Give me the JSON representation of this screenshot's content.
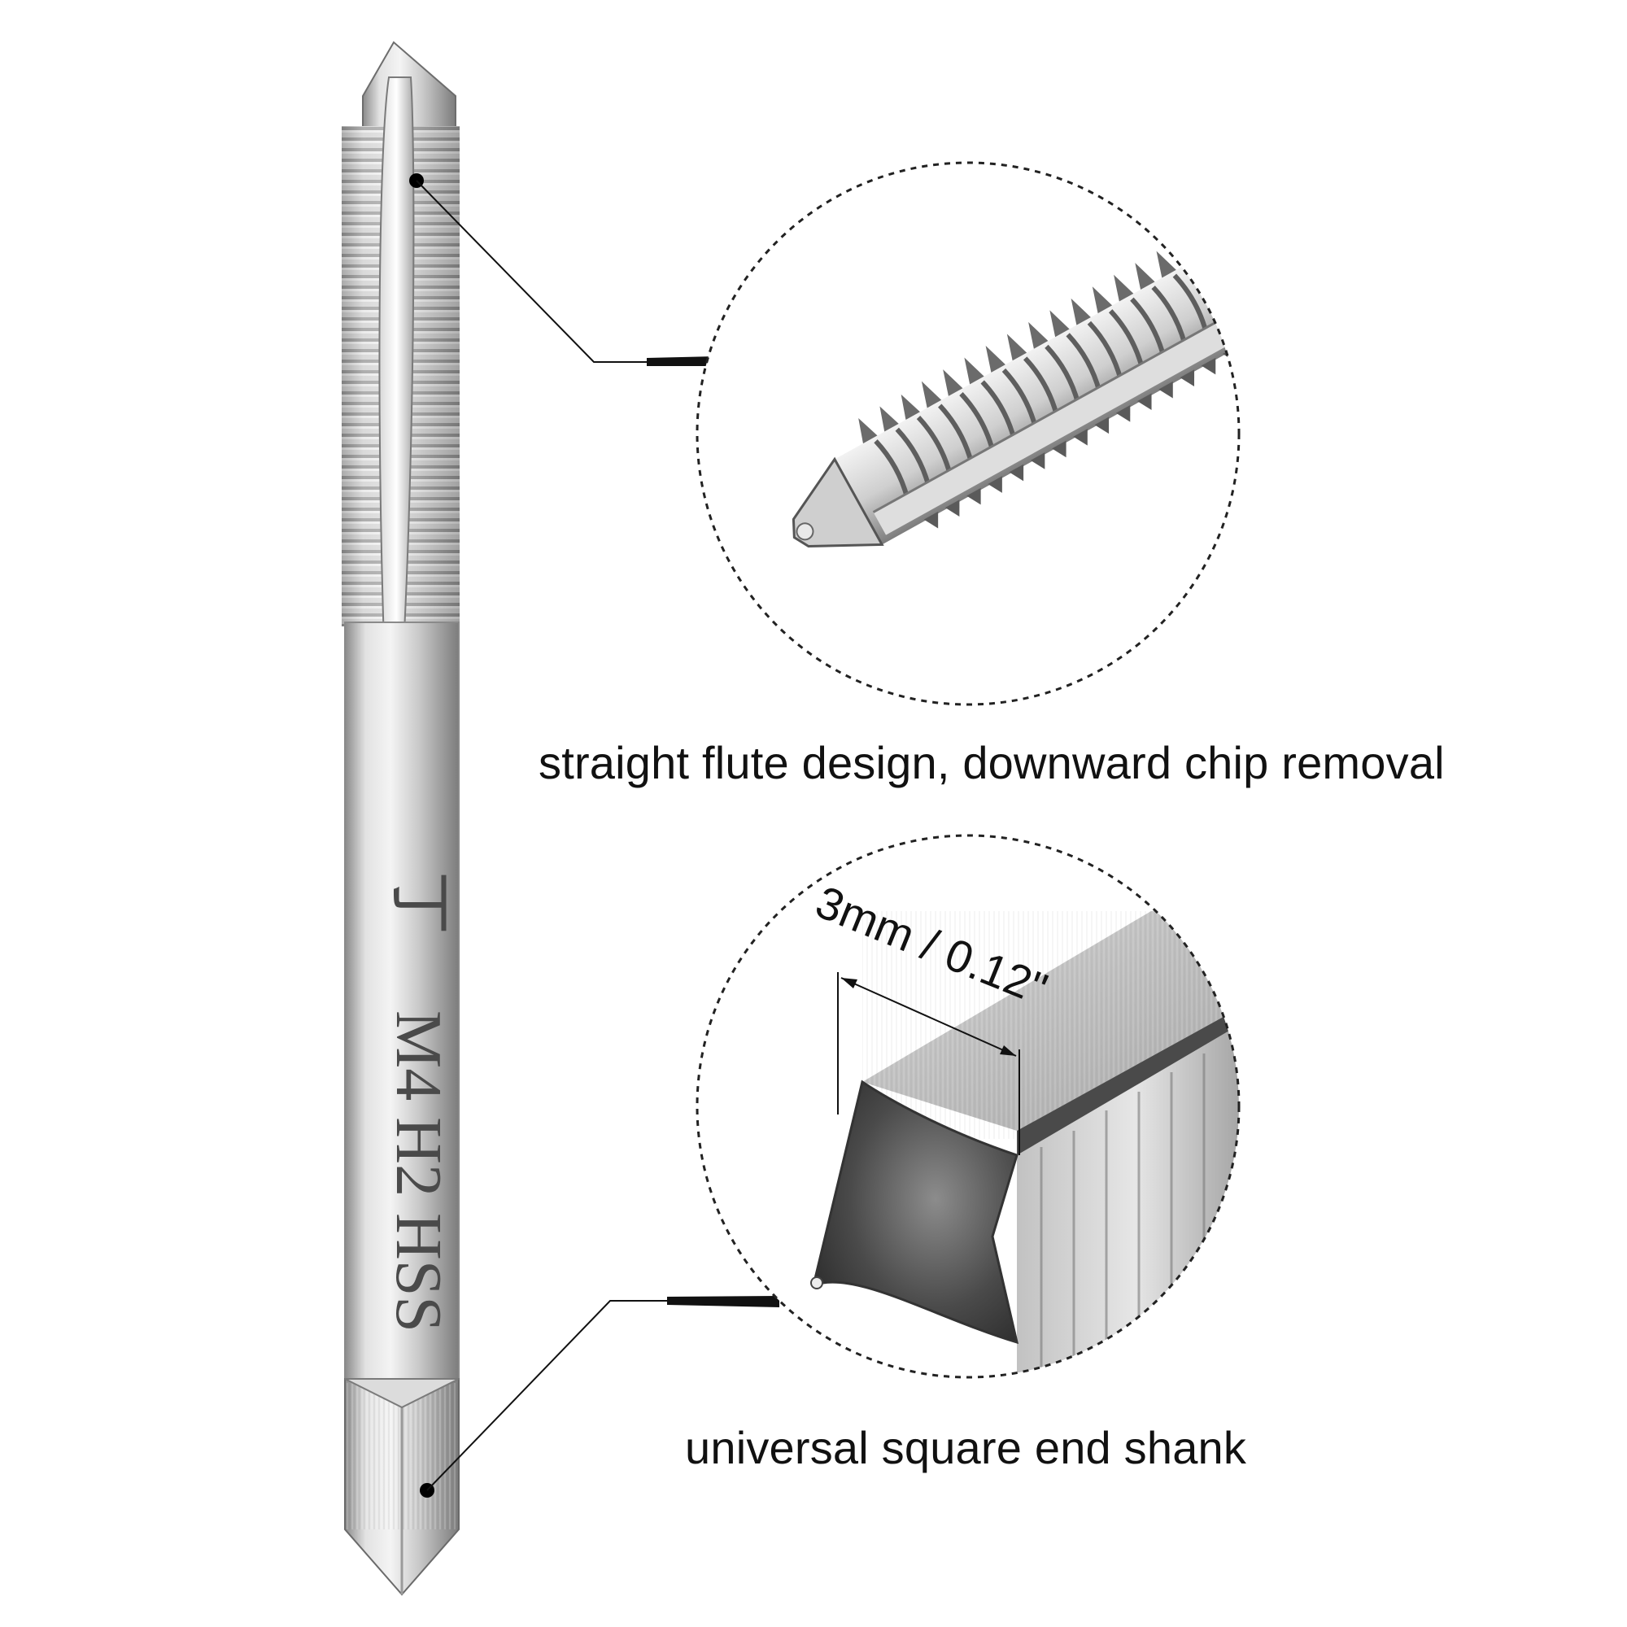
{
  "engraving": "M4 H2 HSS",
  "engraving_mark": "丁",
  "callouts": [
    {
      "caption": "straight flute design, downward chip removal"
    },
    {
      "caption": "universal square end shank"
    }
  ],
  "dimension_label": "3mm / 0.12\"",
  "colors": {
    "background": "#ffffff",
    "metal_light": "#e8e8e8",
    "metal_mid": "#bdbdbd",
    "metal_dark": "#5a5a5a",
    "line": "#111111"
  }
}
